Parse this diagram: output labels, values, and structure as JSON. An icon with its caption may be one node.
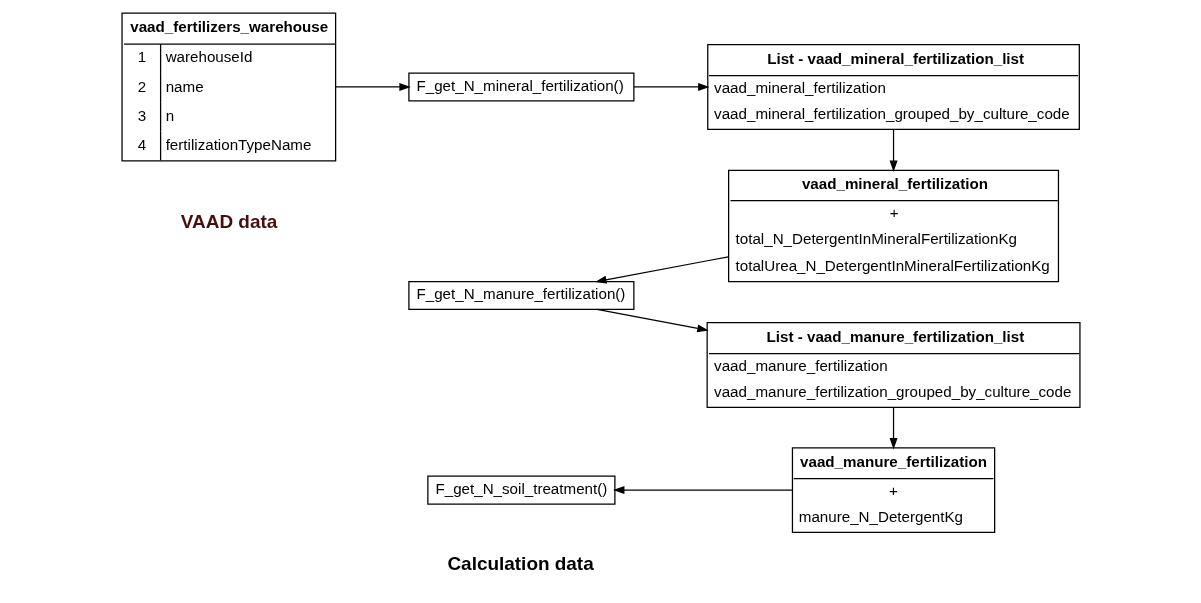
{
  "diagram": {
    "nodes": [
      {
        "text": [
          "vaad_fertilizers_warehouse",
          "1",
          "warehouseId",
          "2",
          "name",
          "3",
          "n",
          "4",
          "fertilizationTypeName"
        ]
      },
      {
        "text": [
          "F_get_N_mineral_fertilization()"
        ]
      },
      {
        "text": [
          "List - vaad_mineral_fertilization_list",
          "vaad_mineral_fertilization",
          "vaad_mineral_fertilization_grouped_by_culture_code"
        ]
      },
      {
        "text": [
          "vaad_mineral_fertilization",
          "+",
          "total_N_DetergentInMineralFertilizationKg",
          "totalUrea_N_DetergentInMineralFertilizationKg"
        ]
      },
      {
        "text": [
          "F_get_N_manure_fertilization()"
        ]
      },
      {
        "text": [
          "List - vaad_manure_fertilization_list",
          "vaad_manure_fertilization",
          "vaad_manure_fertilization_grouped_by_culture_code"
        ]
      },
      {
        "text": [
          "vaad_manure_fertilization",
          "+",
          "manure_N_DetergentKg"
        ]
      },
      {
        "text": [
          "F_get_N_soil_treatment()"
        ]
      }
    ],
    "edges": [
      {
        "from": 0,
        "to": 1,
        "arrow": "to"
      },
      {
        "from": 1,
        "to": 2,
        "arrow": "to"
      },
      {
        "from": 2,
        "to": 3,
        "arrow": "to"
      },
      {
        "from": 3,
        "to": 4,
        "arrow": "to"
      },
      {
        "from": 4,
        "to": 5,
        "arrow": "to"
      },
      {
        "from": 5,
        "to": 6,
        "arrow": "to"
      },
      {
        "from": 6,
        "to": 7,
        "arrow": "to"
      }
    ],
    "labels": [
      "VAAD data",
      "Calculation data"
    ]
  }
}
